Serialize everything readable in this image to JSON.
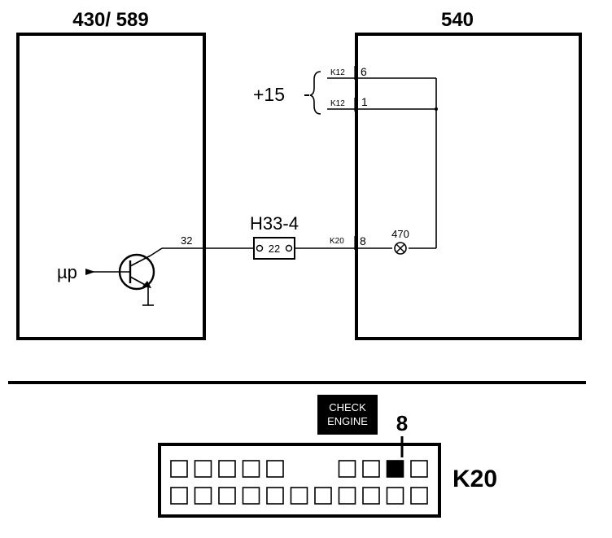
{
  "modules": {
    "left": {
      "label": "430/ 589"
    },
    "right": {
      "label": "540"
    }
  },
  "supply": {
    "label": "+15",
    "pins": [
      {
        "connector": "K12",
        "pin": "6"
      },
      {
        "connector": "K12",
        "pin": "1"
      }
    ]
  },
  "signal_wire": {
    "left_pin": "32",
    "connector_ref": "H33-4",
    "connector_pin": "22",
    "right_connector": "K20",
    "right_pin": "8",
    "lamp_label": "470"
  },
  "transistor": {
    "input_label": "µp"
  },
  "connector_view": {
    "name": "K20",
    "lamp_text_line1": "CHECK",
    "lamp_text_line2": "ENGINE",
    "highlight_pin": "8",
    "top_row_slots": 11,
    "bottom_row_slots": 11,
    "top_row_empty_positions": [
      6,
      7
    ]
  },
  "colors": {
    "ink": "#000000",
    "paper": "#ffffff"
  }
}
